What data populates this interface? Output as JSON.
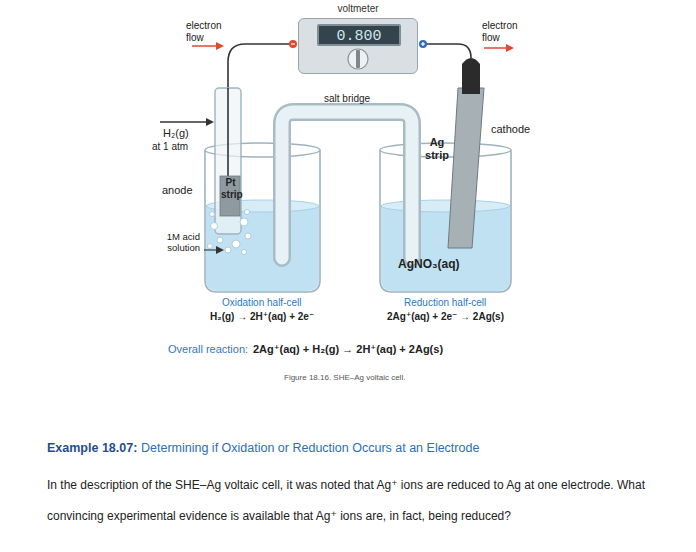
{
  "diagram": {
    "caption": "Figure 18.16. SHE–Ag voltaic cell.",
    "nodes": [
      {
        "text": [
          "voltmeter"
        ]
      },
      {
        "text": [
          "0.800"
        ],
        "in": 0
      }
    ],
    "labels": [
      "electron flow",
      "electron flow",
      "salt bridge",
      "H₂(g)",
      "at 1 atm",
      "anode",
      "Pt strip",
      "1M acid solution",
      "cathode",
      "Ag strip",
      "AgNO₃(aq)",
      "Oxidation half-cell",
      "H₂(g) → 2H⁺(aq) + 2e⁻",
      "Reduction half-cell",
      "2Ag⁺(aq) + 2e⁻ → 2Ag(s)",
      "Overall reaction:",
      "2Ag⁺(aq) + H₂(g) → 2H⁺(aq) + 2Ag(s)",
      "Example 18.07:",
      "Determining if Oxidation or Reduction Occurs at an Electrode",
      "In the description of the SHE–Ag voltaic cell, it was noted that Ag⁺ ions are reduced to Ag at one electrode. What convincing experimental evidence is available that Ag⁺ ions are, in fact, being reduced?"
    ]
  }
}
